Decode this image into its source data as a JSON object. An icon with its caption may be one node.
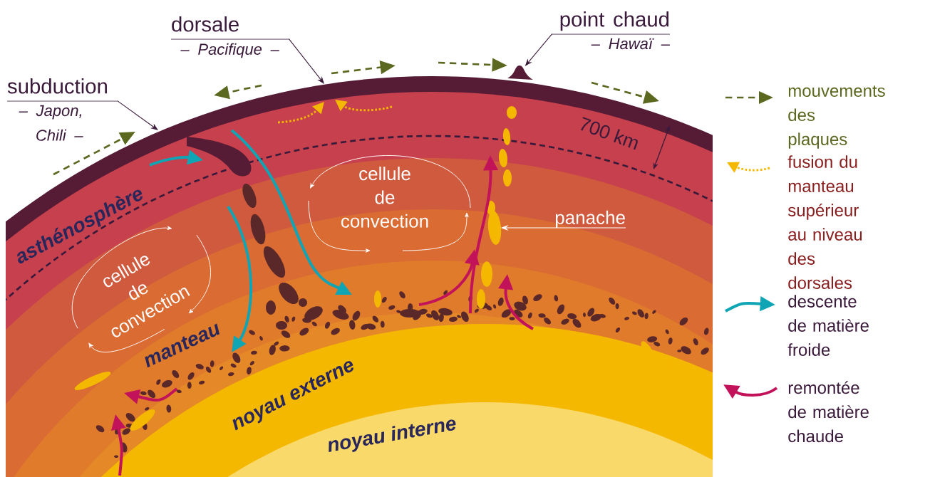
{
  "diagram": {
    "nodes": [
      {
        "text": [
          "subduction",
          "– Japon, Chili –"
        ]
      },
      {
        "text": [
          "dorsale",
          "– Pacifique –"
        ]
      },
      {
        "text": [
          "point chaud",
          "– Hawaï –"
        ]
      },
      {
        "text": [
          "panache"
        ]
      },
      {
        "text": [],
        "shape": "bump"
      },
      {
        "text": [],
        "shape": "blob"
      }
    ],
    "edges": [
      {
        "from": 0,
        "to": null,
        "arrow": "to"
      },
      {
        "from": 1,
        "to": null,
        "arrow": "to"
      },
      {
        "from": 2,
        "to": 4,
        "arrow": "to"
      },
      {
        "from": 3,
        "to": 5,
        "arrow": "to",
        "color": "#ffffff"
      }
    ],
    "labels": [
      "700 km",
      "asthénosphère",
      "cellule de convection",
      "cellule de convection",
      "manteau",
      "noyau externe",
      "noyau interne"
    ],
    "legend": [
      {
        "text": "mouvements des plaques"
      },
      {
        "text": "fusion du manteau supérieur au niveau des dorsales"
      },
      {
        "text": "descente de matière froide"
      },
      {
        "text": "remontée de matière chaude"
      }
    ]
  }
}
